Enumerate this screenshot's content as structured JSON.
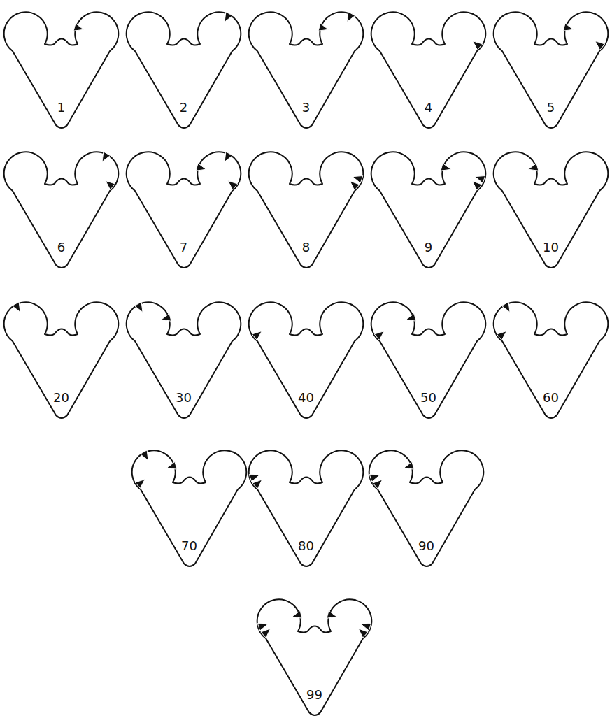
{
  "diagram": {
    "nodes": [
      {
        "text": [
          "1"
        ]
      },
      {
        "text": [
          "2"
        ]
      },
      {
        "text": [
          "3"
        ]
      },
      {
        "text": [
          "4"
        ]
      },
      {
        "text": [
          "5"
        ]
      },
      {
        "text": [
          "6"
        ]
      },
      {
        "text": [
          "7"
        ]
      },
      {
        "text": [
          "8"
        ]
      },
      {
        "text": [
          "9"
        ]
      },
      {
        "text": [
          "10"
        ]
      },
      {
        "text": [
          "20"
        ]
      },
      {
        "text": [
          "30"
        ]
      },
      {
        "text": [
          "40"
        ]
      },
      {
        "text": [
          "50"
        ]
      },
      {
        "text": [
          "60"
        ]
      },
      {
        "text": [
          "70"
        ]
      },
      {
        "text": [
          "80"
        ]
      },
      {
        "text": [
          "90"
        ]
      },
      {
        "text": [
          "99"
        ]
      }
    ]
  }
}
